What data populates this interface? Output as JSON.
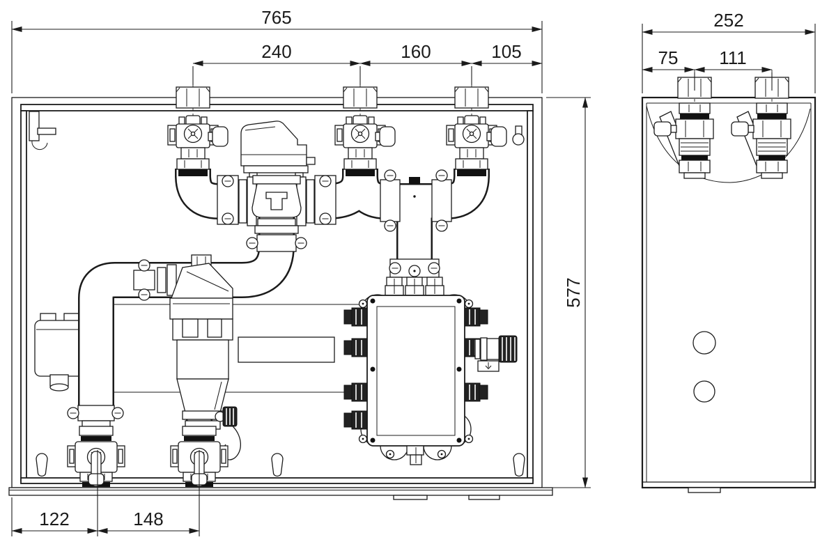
{
  "drawing": {
    "type": "technical-drawing",
    "views": {
      "front": "front-view",
      "side": "side-view"
    },
    "dims": {
      "front_total_width": "765",
      "front_port_spacing_a": "240",
      "front_port_spacing_b": "160",
      "front_port_spacing_c": "105",
      "front_height": "577",
      "front_bottom_offset": "122",
      "front_bottom_spacing": "148",
      "side_total_depth": "252",
      "side_port_offset": "75",
      "side_port_spacing": "111"
    },
    "colors": {
      "line": "#1b1b1b",
      "background": "#ffffff",
      "seal": "#111111"
    },
    "components": [
      "enclosure-cabinet",
      "top-connection-stud",
      "ball-valve",
      "three-way-mixing-valve",
      "valve-actuator",
      "pipe-elbow",
      "pipe-union",
      "pipe-coupling",
      "magnetic-filter",
      "junction-box",
      "cable-gland",
      "safety-valve",
      "mounting-keyhole",
      "drain-cock"
    ]
  }
}
